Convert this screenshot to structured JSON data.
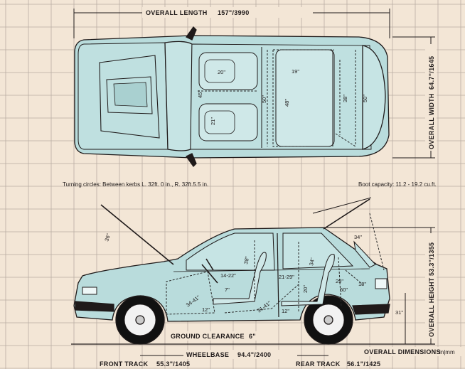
{
  "colors": {
    "background": "#f3e6d6",
    "grid": "#b8aca2",
    "car_fill": "#b9dcdc",
    "ink": "#1f1a1a",
    "interior_dash": "#2a2a2a"
  },
  "top_view": {
    "overall_length_label": "OVERALL LENGTH",
    "overall_length_value": "157\"/3990",
    "overall_width_label": "OVERALL WIDTH",
    "overall_width_value": "64.7\"/1645",
    "dims": {
      "front_seat_width": "20\"",
      "front_shoulder": "45\"",
      "front_legroom": "21\"",
      "rear_cabin": "50\"",
      "rear_seat": "48\"",
      "rear_seat_width": "19\"",
      "rear_width": "38\"",
      "boot_width": "50\""
    }
  },
  "turning_circles": "Turning circles: Between kerbs L. 32ft. 0 in., R. 32ft.5.5 in.",
  "boot_capacity": "Boot capacity: 11.2 - 19.2 cu.ft.",
  "side_view": {
    "overall_height_label": "OVERALL HEIGHT",
    "overall_height_value": "53.3\"/1355",
    "dims": {
      "bonnet": "36\"",
      "front_headroom": "38\"",
      "steering": "14-22\"",
      "knee": "7\"",
      "front_leg": "34-41\"",
      "seat_h1": "12\"",
      "seat_back": "21-29\"",
      "rear_headroom": "34\"",
      "rear_leg": "31-41\"",
      "seat_h2": "12\"",
      "rear_knee": "20\"",
      "rear_shoulder": "29\"",
      "boot_len": "60\"",
      "boot_h": "18\"",
      "tailgate": "34\"",
      "sill_h": "31\""
    },
    "ground_clearance_label": "GROUND CLEARANCE",
    "ground_clearance_value": "6\"",
    "wheelbase_label": "WHEELBASE",
    "wheelbase_value": "94.4\"/2400",
    "front_track_label": "FRONT TRACK",
    "front_track_value": "55.3\"/1405",
    "rear_track_label": "REAR TRACK",
    "rear_track_value": "56.1\"/1425",
    "overall_dimensions_label": "OVERALL DIMENSIONS",
    "units": "in|mm"
  }
}
